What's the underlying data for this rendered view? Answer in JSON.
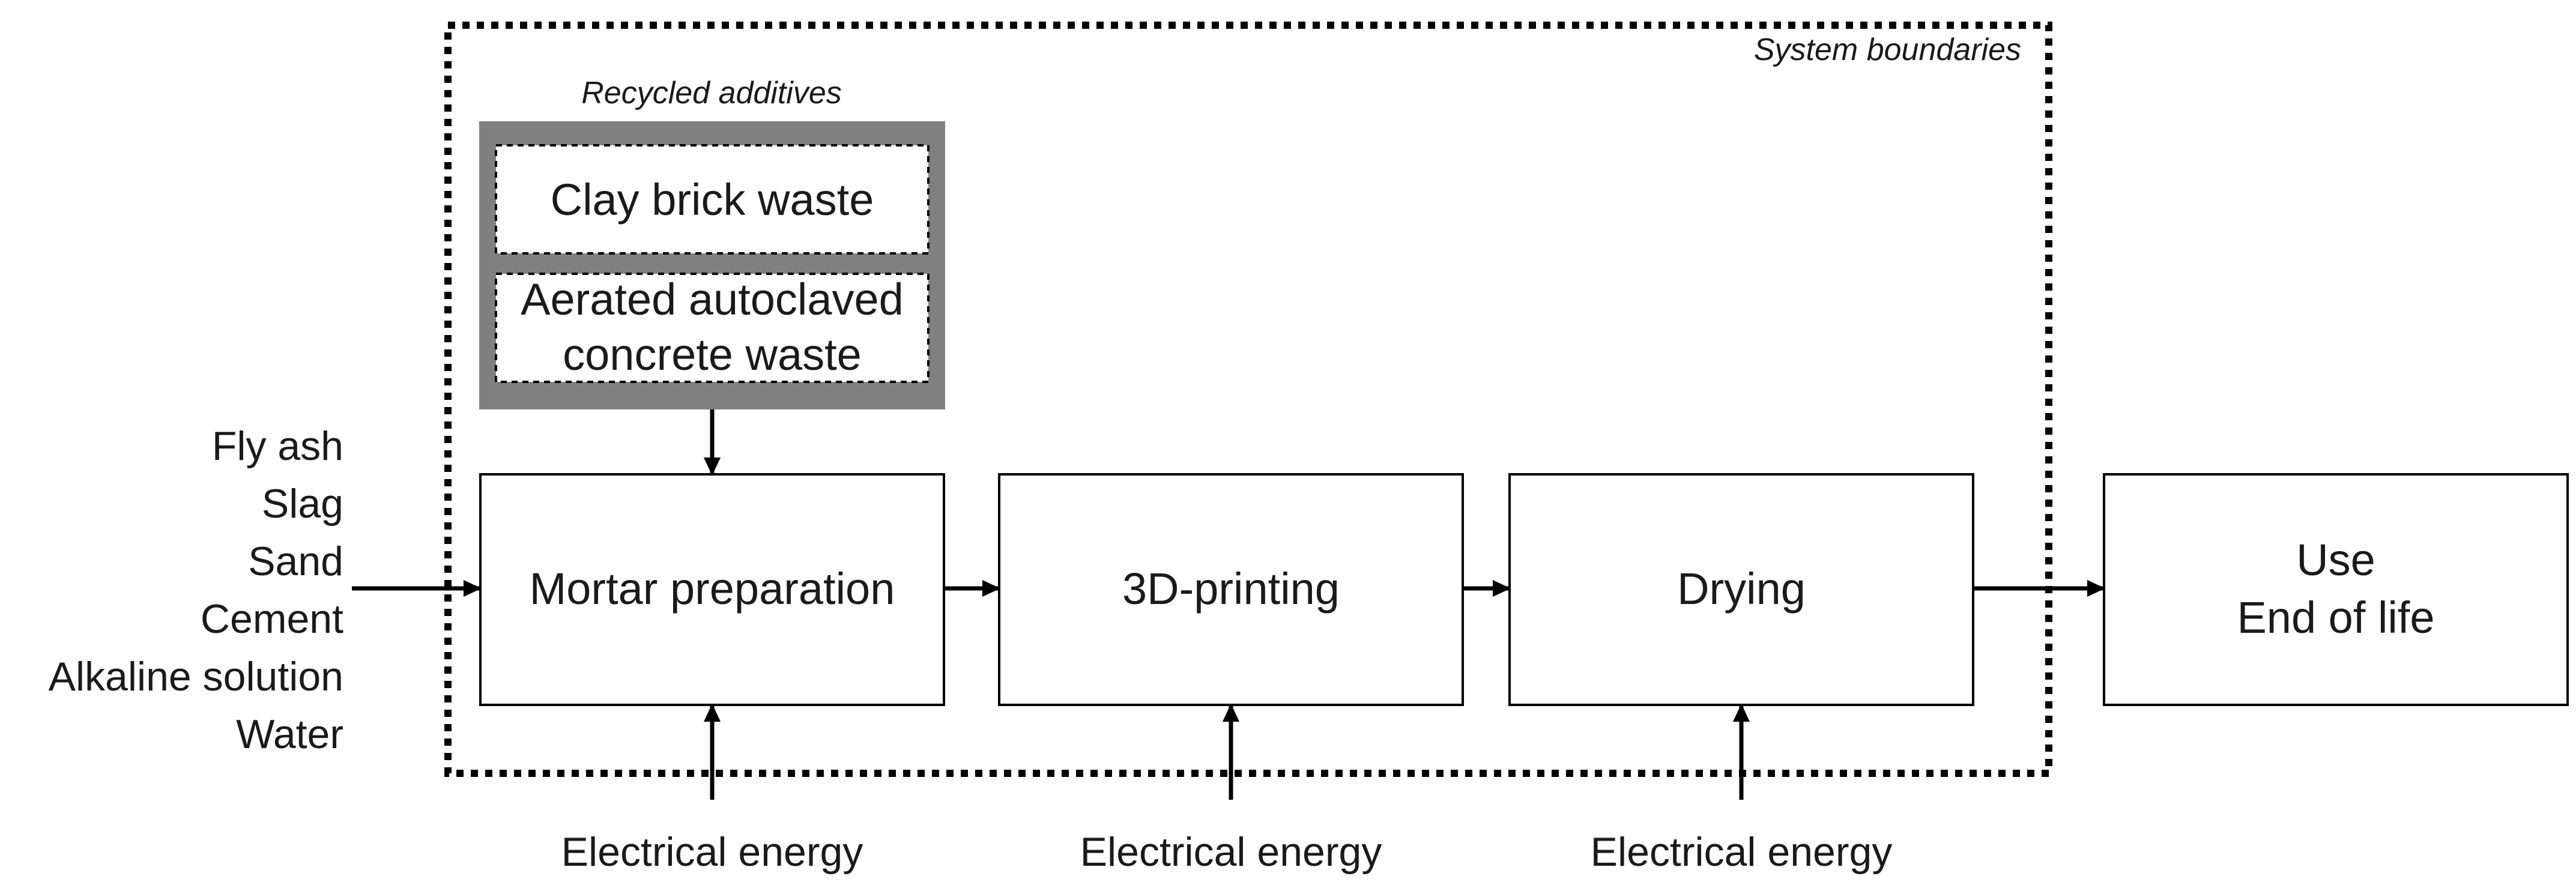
{
  "system_boundaries_label": "System boundaries",
  "recycled_additives": {
    "title": "Recycled additives",
    "items": [
      {
        "lines": [
          "Clay brick waste"
        ]
      },
      {
        "lines": [
          "Aerated autoclaved",
          "concrete waste"
        ]
      }
    ]
  },
  "inputs": [
    "Fly ash",
    "Slag",
    "Sand",
    "Cement",
    "Alkaline solution",
    "Water"
  ],
  "process_steps": [
    {
      "lines": [
        "Mortar preparation"
      ],
      "energy_input": "Electrical energy"
    },
    {
      "lines": [
        "3D-printing"
      ],
      "energy_input": "Electrical energy"
    },
    {
      "lines": [
        "Drying"
      ],
      "energy_input": "Electrical energy"
    }
  ],
  "output": {
    "lines": [
      "Use",
      "End of life"
    ]
  },
  "colors": {
    "line": "#000000",
    "text": "#1a1a1a",
    "additives_frame": "#808080",
    "box_fill": "#ffffff"
  }
}
